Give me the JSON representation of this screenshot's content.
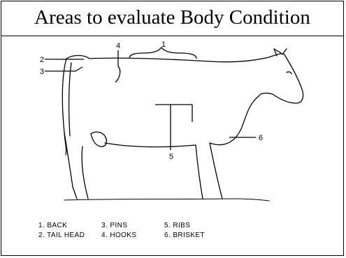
{
  "title": "Areas to evaluate Body Condition",
  "callouts": [
    "1",
    "2",
    "3",
    "4",
    "5",
    "6"
  ],
  "legend": [
    "1. BACK",
    "3. PINS",
    "5. RIBS",
    "2. TAIL HEAD",
    "4. HOOKS",
    "6. BRISKET"
  ],
  "colors": {
    "ink": "#000000",
    "background": "#ffffff"
  }
}
